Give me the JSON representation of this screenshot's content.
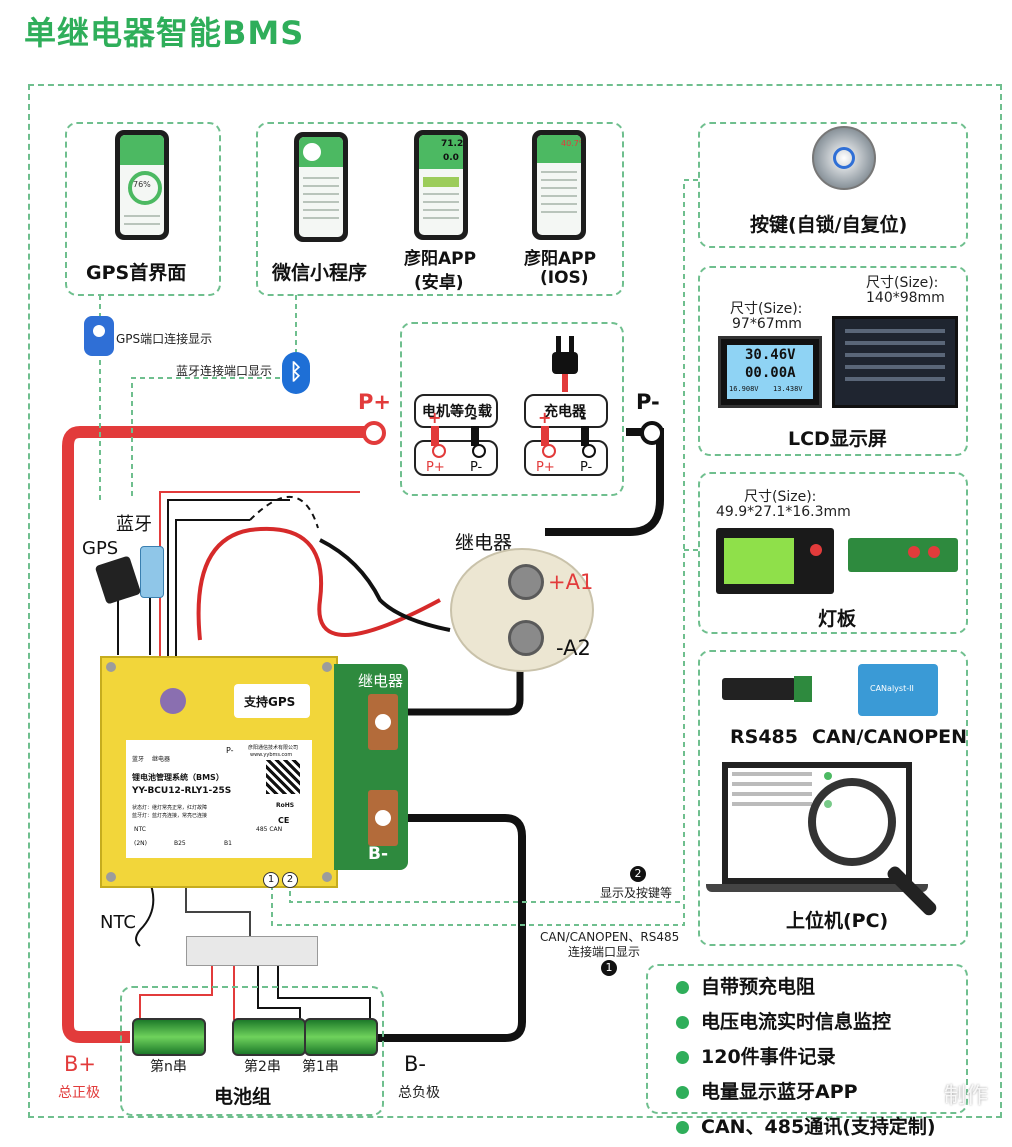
{
  "title": "单继电器智能BMS",
  "apps": {
    "gps_home": "GPS首界面",
    "wechat": "微信小程序",
    "android_line1": "彦阳APP",
    "android_line2": "(安卓)",
    "ios_line1": "彦阳APP",
    "ios_line2": "(IOS)",
    "phone_value1": "71.22",
    "phone_value2": "0.0",
    "phone_value3": "40.7%",
    "phone_percent": "76%"
  },
  "connections": {
    "gps_port": "GPS端口连接显示",
    "bt_port": "蓝牙连接端口显示",
    "can_port_line1": "CAN/CANOPEN、RS485",
    "can_port_line2": "连接端口显示",
    "display_port": "显示及按键等",
    "num1": "1",
    "num2": "2"
  },
  "loads": {
    "motor": "电机等负载",
    "charger": "充电器",
    "plus": "+",
    "minus": "-",
    "p_plus": "P+",
    "p_minus": "P-"
  },
  "terminals": {
    "p_plus": "P+",
    "p_minus": "P-",
    "b_plus": "B+",
    "b_plus_sub": "总正极",
    "b_minus": "B-",
    "b_minus_sub": "总负极",
    "bluetooth": "蓝牙",
    "gps": "GPS",
    "ntc": "NTC"
  },
  "relay": {
    "label": "继电器",
    "a1": "+A1",
    "a2": "-A2"
  },
  "bms": {
    "gps_sticker": "支持GPS",
    "name": "锂电池管理系统（BMS）",
    "model": "YY-BCU12-RLY1-25S",
    "relay_tab": "继电器",
    "bminus_tab": "B-",
    "ntc_pin": "NTC",
    "rohs": "RoHS",
    "ce": "CE",
    "b25": "B25",
    "b1": "B1",
    "pin_n": "(2N)",
    "rs485": "485 CAN",
    "label_p": "P-",
    "label_bt": "蓝牙",
    "label_relay": "继电器",
    "status1": "状态灯：继灯常亮正常，红灯故障",
    "status2": "蓝牙灯：蓝灯亮连接，常亮已连接",
    "brand": "彦阳通信技术有限公司",
    "url": "www.yybms.com"
  },
  "battery": {
    "group": "电池组",
    "cell_n": "第n串",
    "cell_2": "第2串",
    "cell_1": "第1串"
  },
  "right_panel": {
    "button_label": "按键(自锁/自复位)",
    "lcd_size_a_label": "尺寸(Size):",
    "lcd_size_a": "97*67mm",
    "lcd_size_b_label": "尺寸(Size):",
    "lcd_size_b": "140*98mm",
    "lcd_label": "LCD显示屏",
    "lcd_v": "30.46V",
    "lcd_a": "00.00A",
    "lcd_extra1": "16.908V",
    "lcd_extra2": "13.438V",
    "lamp_size_label": "尺寸(Size):",
    "lamp_size": "49.9*27.1*16.3mm",
    "lamp_label": "灯板",
    "rs485": "RS485",
    "can": "CAN/CANOPEN",
    "can_device": "CANalyst-II",
    "pc": "上位机(PC)"
  },
  "features": [
    "自带预充电阻",
    "电压电流实时信息监控",
    "120件事件记录",
    "电量显示蓝牙APP",
    "CAN、485通讯(支持定制)"
  ],
  "colors": {
    "accent": "#2fae5a",
    "dashed": "#6fbf8e",
    "positive_wire": "#e23b3b",
    "negative_wire": "#111111",
    "bms_board": "#f2d63a"
  },
  "watermark": "制作"
}
